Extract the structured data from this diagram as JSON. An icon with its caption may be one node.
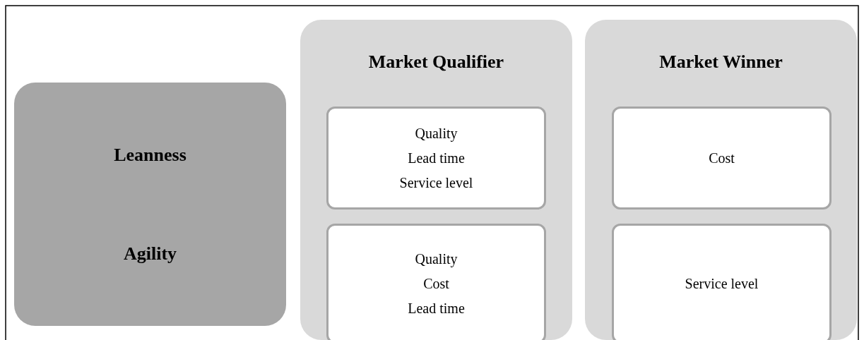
{
  "diagram": {
    "nodes": [
      {
        "text": [
          "Leanness",
          "Agility"
        ]
      },
      {
        "text": [
          "Market Qualifier"
        ]
      },
      {
        "text": [
          "Quality",
          "Lead time",
          "Service level"
        ],
        "in": 1
      },
      {
        "text": [
          "Quality",
          "Cost",
          "Lead time"
        ],
        "in": 1
      },
      {
        "text": [
          "Market Winner"
        ]
      },
      {
        "text": [
          "Cost"
        ],
        "in": 4
      },
      {
        "text": [
          "Service level"
        ],
        "in": 4
      }
    ],
    "edges": []
  }
}
